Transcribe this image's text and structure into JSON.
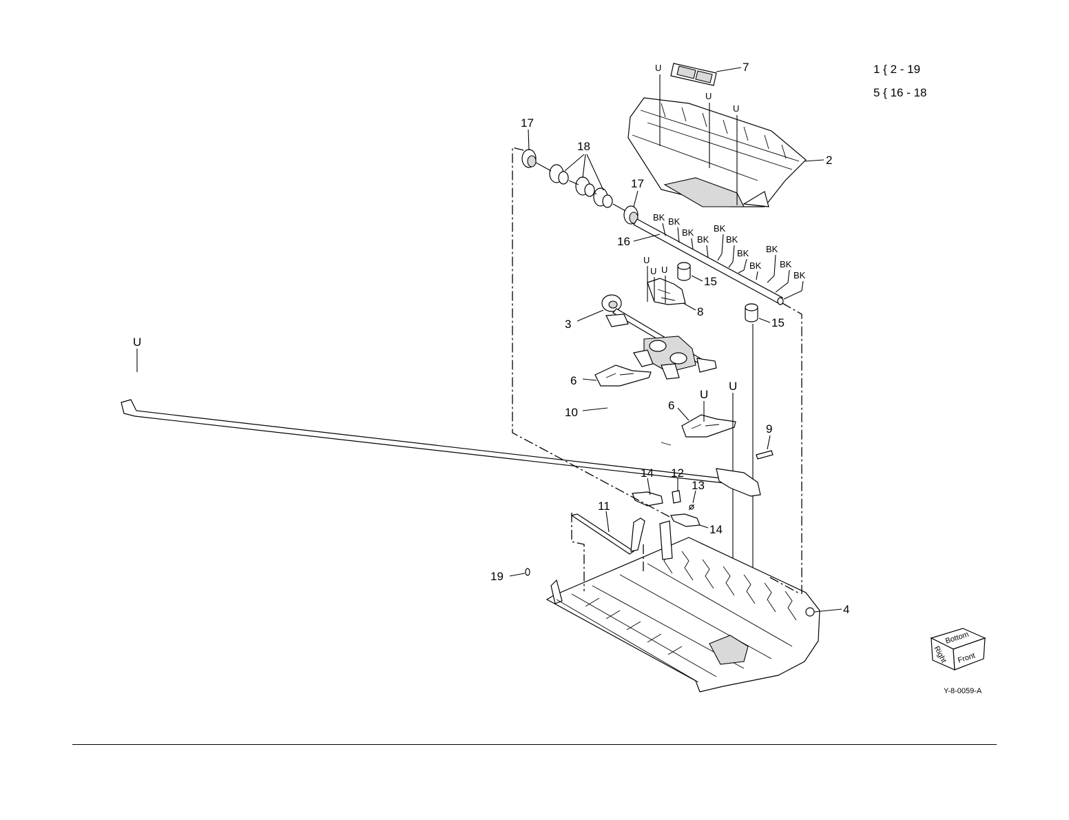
{
  "legend": [
    {
      "text": "1 { 2 - 19"
    },
    {
      "text": "5 { 16 - 18"
    }
  ],
  "figure_id": "Y-8-0059-A",
  "orientation_cube": {
    "faces": [
      "Bottom",
      "Right",
      "Front"
    ]
  },
  "callouts": {
    "c2": "2",
    "c3": "3",
    "c4": "4",
    "c6a": "6",
    "c6b": "6",
    "c7": "7",
    "c8": "8",
    "c9": "9",
    "c10": "10",
    "c11": "11",
    "c12": "12",
    "c13": "13",
    "c14a": "14",
    "c14b": "14",
    "c15a": "15",
    "c15b": "15",
    "c16": "16",
    "c17a": "17",
    "c17b": "17",
    "c18": "18",
    "c19": "19"
  },
  "marks": {
    "u": "U",
    "bk": "BK"
  }
}
